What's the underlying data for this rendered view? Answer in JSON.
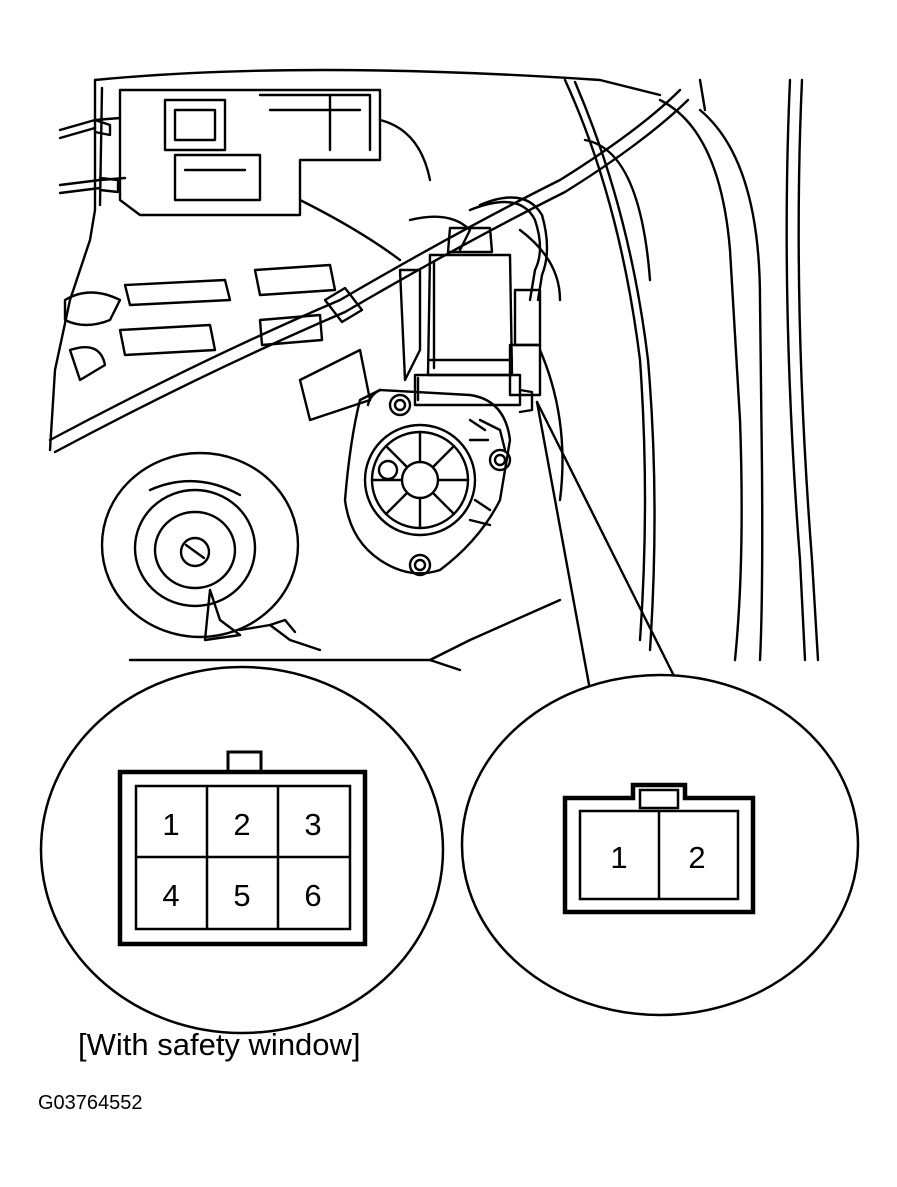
{
  "diagram": {
    "caption": "[With safety window]",
    "figure_code": "G03764552",
    "connector_6pin": {
      "pins": [
        "1",
        "2",
        "3",
        "4",
        "5",
        "6"
      ]
    },
    "connector_2pin": {
      "pins": [
        "1",
        "2"
      ]
    }
  }
}
